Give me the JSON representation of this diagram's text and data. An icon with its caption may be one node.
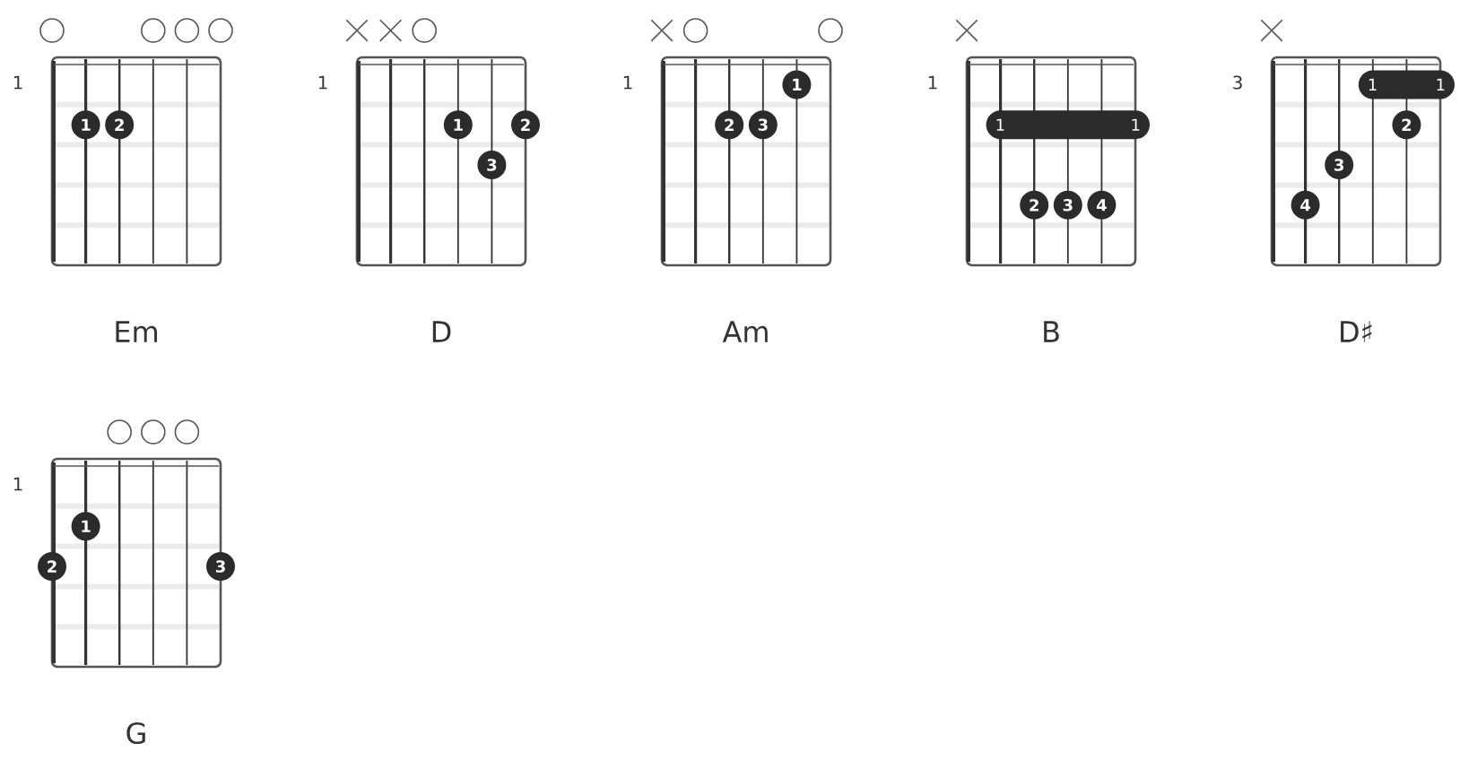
{
  "diagram": {
    "nodes": [
      {
        "text": [],
        "shape": "circle"
      },
      {
        "text": [],
        "shape": "circle"
      },
      {
        "text": [],
        "shape": "circle"
      },
      {
        "text": [],
        "shape": "circle"
      },
      {
        "text": [
          "Em"
        ],
        "beside": [
          "1"
        ]
      },
      {
        "text": [
          "1"
        ],
        "in": 4
      },
      {
        "text": [
          "2"
        ],
        "in": 4
      },
      {
        "text": [],
        "shape": "cross"
      },
      {
        "text": [],
        "shape": "cross"
      },
      {
        "text": [],
        "shape": "circle"
      },
      {
        "text": [
          "D"
        ],
        "beside": [
          "1"
        ]
      },
      {
        "text": [
          "1"
        ],
        "in": 10
      },
      {
        "text": [
          "2"
        ],
        "in": 10
      },
      {
        "text": [
          "3"
        ],
        "in": 10
      },
      {
        "text": [],
        "shape": "cross"
      },
      {
        "text": [],
        "shape": "circle"
      },
      {
        "text": [],
        "shape": "circle"
      },
      {
        "text": [
          "Am"
        ],
        "beside": [
          "1"
        ]
      },
      {
        "text": [
          "1"
        ],
        "in": 17
      },
      {
        "text": [
          "2"
        ],
        "in": 17
      },
      {
        "text": [
          "3"
        ],
        "in": 17
      },
      {
        "text": [],
        "shape": "cross"
      },
      {
        "text": [
          "B"
        ],
        "beside": [
          "1"
        ]
      },
      {
        "text": [
          "1",
          "1"
        ],
        "in": 22
      },
      {
        "text": [
          "2"
        ],
        "in": 22
      },
      {
        "text": [
          "3"
        ],
        "in": 22
      },
      {
        "text": [
          "4"
        ],
        "in": 22
      },
      {
        "text": [],
        "shape": "cross"
      },
      {
        "text": [
          "D♯"
        ],
        "beside": [
          "3"
        ]
      },
      {
        "text": [
          "1",
          "1"
        ],
        "in": 28
      },
      {
        "text": [
          "2"
        ],
        "in": 28
      },
      {
        "text": [
          "3"
        ],
        "in": 28
      },
      {
        "text": [
          "4"
        ],
        "in": 28
      },
      {
        "text": [],
        "shape": "circle"
      },
      {
        "text": [],
        "shape": "circle"
      },
      {
        "text": [],
        "shape": "circle"
      },
      {
        "text": [
          "G"
        ],
        "beside": [
          "1"
        ]
      },
      {
        "text": [
          "1"
        ],
        "in": 36
      },
      {
        "text": [
          "2"
        ],
        "in": 36
      },
      {
        "text": [
          "3"
        ],
        "in": 36
      }
    ]
  }
}
